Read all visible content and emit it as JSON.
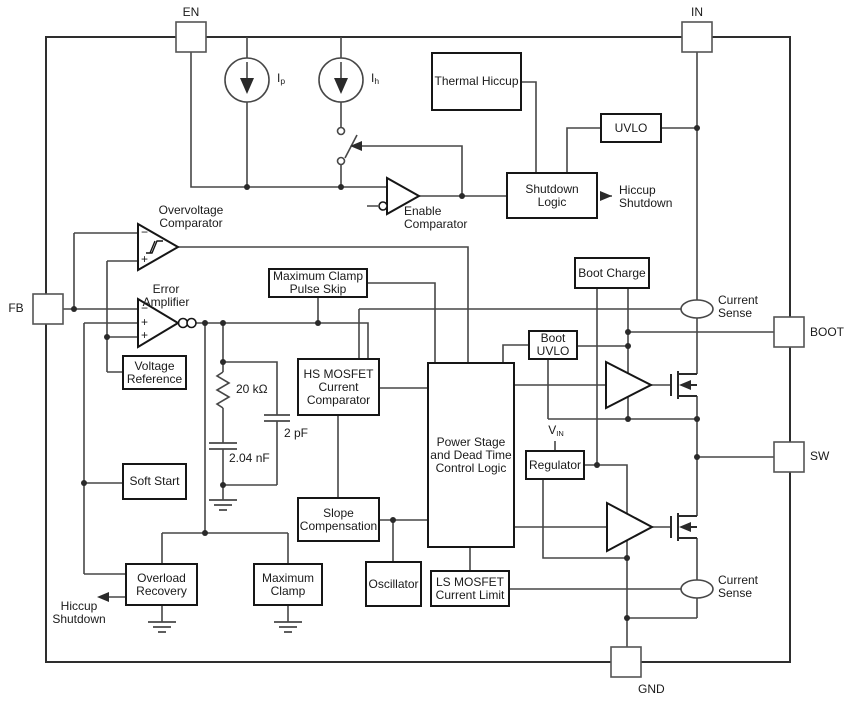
{
  "pins": {
    "en": "EN",
    "input": "IN",
    "fb": "FB",
    "boot": "BOOT",
    "sw": "SW",
    "gnd": "GND"
  },
  "blocks": {
    "thermal_hiccup": "Thermal Hiccup",
    "uvlo": "UVLO",
    "shutdown_logic": "Shutdown\nLogic",
    "boot_charge": "Boot Charge",
    "boot_uvlo": "Boot\nUVLO",
    "regulator": "Regulator",
    "maximum_clamp_pulse_skip": "Maximum Clamp\nPulse Skip",
    "hs_mosfet_current_comparator": "HS MOSFET\nCurrent\nComparator",
    "power_stage": "Power Stage\nand Dead Time\nControl Logic",
    "slope_compensation": "Slope\nCompensation",
    "oscillator": "Oscillator",
    "ls_mosfet_current_limit": "LS MOSFET\nCurrent Limit",
    "voltage_reference": "Voltage\nReference",
    "soft_start": "Soft Start",
    "overload_recovery": "Overload\nRecovery",
    "maximum_clamp": "Maximum\nClamp"
  },
  "amplifiers": {
    "overvoltage_comparator": "Overvoltage\nComparator",
    "error_amplifier": "Error\nAmplifier",
    "enable_comparator": "Enable\nComparator"
  },
  "labels": {
    "current_sense_hs": "Current\nSense",
    "current_sense_ls": "Current\nSense",
    "hiccup_shutdown_input": "Hiccup\nShutdown",
    "hiccup_shutdown_output": "Hiccup\nShutdown",
    "comp_resistor": "20 kΩ",
    "pole_capacitor": "2 pF",
    "comp_capacitor": "2.04 nF",
    "pullup_current_base": "I",
    "pullup_current_sub": "p",
    "hysteresis_current_base": "I",
    "hysteresis_current_sub": "h",
    "vin_base": "V",
    "vin_sub": "IN",
    "plus": "+",
    "minus": "−"
  },
  "colors": {
    "ink": "#1a1a1a",
    "wire": "#474747",
    "background": "#ffffff"
  }
}
